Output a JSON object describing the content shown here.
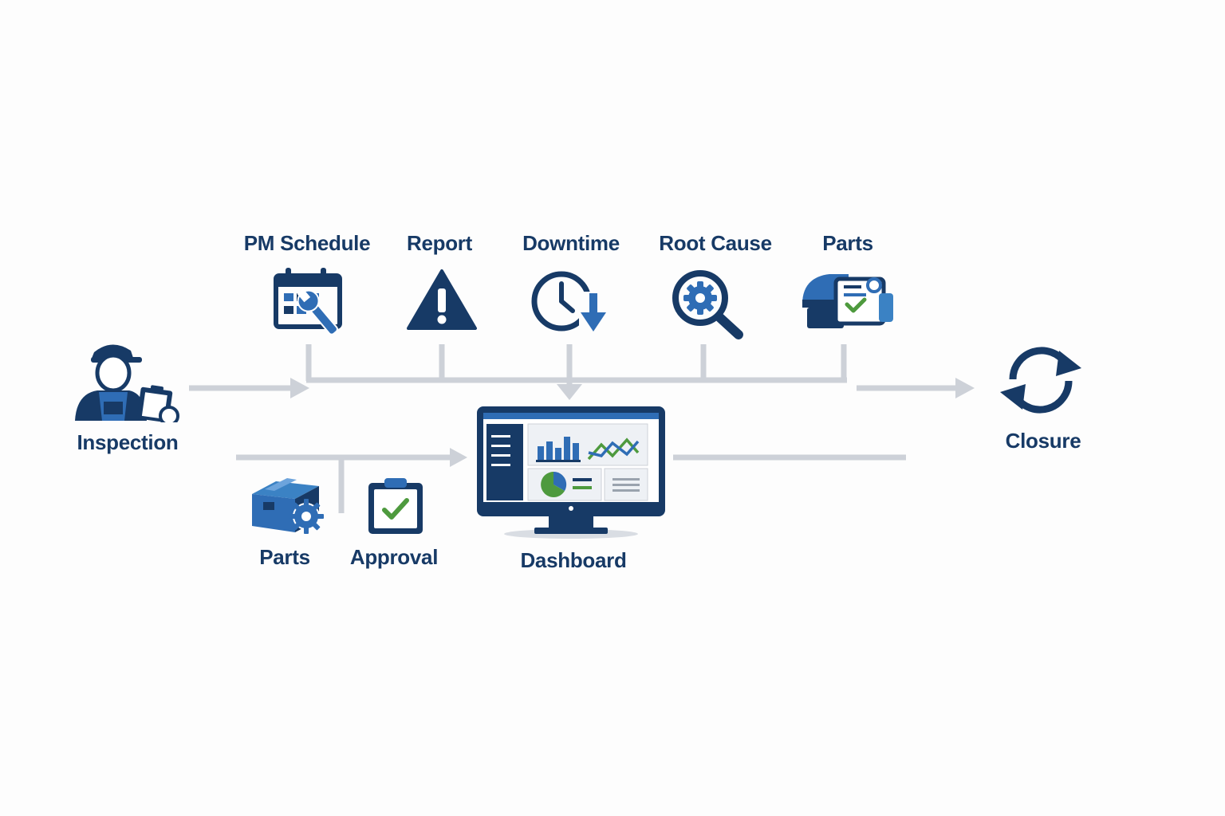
{
  "diagram": {
    "top_steps": [
      {
        "id": "pm_schedule",
        "label": "PM Schedule",
        "icon": "calendar-wrench-icon"
      },
      {
        "id": "report",
        "label": "Report",
        "icon": "warning-triangle-icon"
      },
      {
        "id": "downtime",
        "label": "Downtime",
        "icon": "clock-down-arrow-icon"
      },
      {
        "id": "root_cause",
        "label": "Root Cause",
        "icon": "magnifier-gear-icon"
      },
      {
        "id": "parts_top",
        "label": "Parts",
        "icon": "machine-checklist-icon"
      }
    ],
    "start": {
      "label": "Inspection",
      "icon": "technician-clipboard-icon"
    },
    "end": {
      "label": "Closure",
      "icon": "refresh-cycle-icon"
    },
    "bottom_steps": [
      {
        "id": "parts_bottom",
        "label": "Parts",
        "icon": "box-gear-icon"
      },
      {
        "id": "approval",
        "label": "Approval",
        "icon": "clipboard-check-icon"
      }
    ],
    "center": {
      "label": "Dashboard",
      "icon": "monitor-dashboard-icon"
    }
  },
  "colors": {
    "navy": "#173a66",
    "blue": "#2f6db5",
    "mid_blue": "#3b82c4",
    "green": "#4e9a3e",
    "connector": "#cdd1d8"
  }
}
